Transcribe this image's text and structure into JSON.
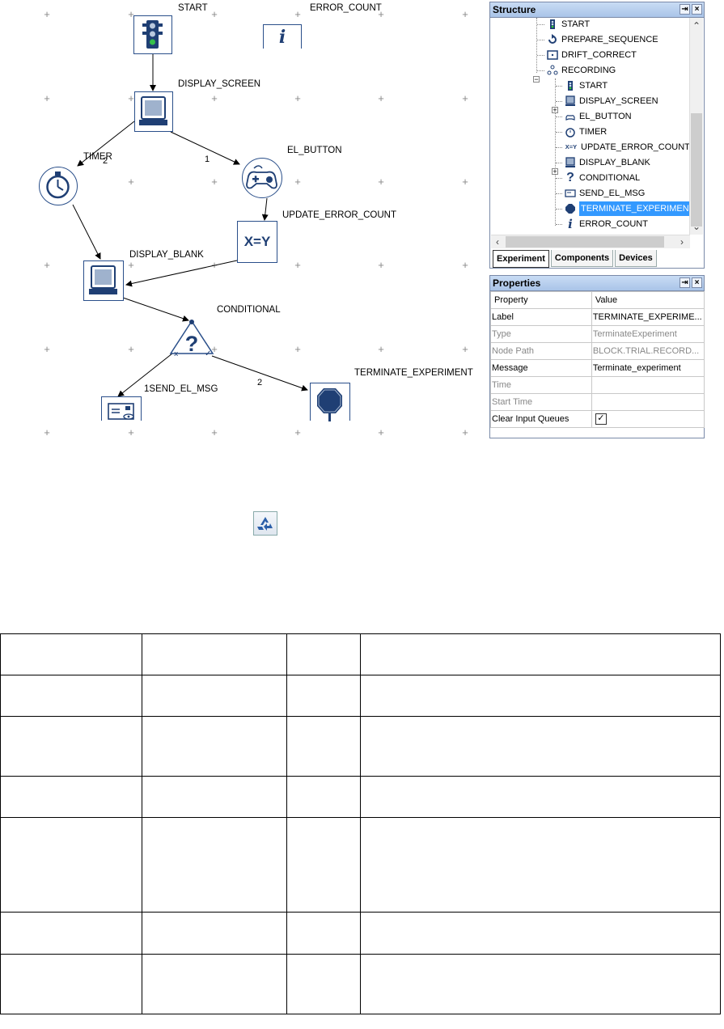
{
  "canvas": {
    "nodes": {
      "start": "START",
      "error_count": "ERROR_COUNT",
      "display_screen": "DISPLAY_SCREEN",
      "timer": "TIMER",
      "el_button": "EL_BUTTON",
      "update_error_count": "UPDATE_ERROR_COUNT",
      "update_error_count_glyph": "X=Y",
      "display_blank": "DISPLAY_BLANK",
      "conditional": "CONDITIONAL",
      "send_el_msg": "SEND_EL_MSG",
      "terminate_experiment": "TERMINATE_EXPERIMENT"
    },
    "edge_labels": {
      "timer_branch": "2",
      "button_branch": "1",
      "send_branch": "1",
      "terminate_branch": "2"
    }
  },
  "structure": {
    "title": "Structure",
    "items": [
      {
        "label": "START",
        "icon": "traffic-light-icon"
      },
      {
        "label": "PREPARE_SEQUENCE",
        "icon": "refresh-icon"
      },
      {
        "label": "DRIFT_CORRECT",
        "icon": "target-icon"
      },
      {
        "label": "RECORDING",
        "icon": "sequence-icon"
      },
      {
        "label": "START",
        "icon": "traffic-light-icon"
      },
      {
        "label": "DISPLAY_SCREEN",
        "icon": "monitor-icon"
      },
      {
        "label": "EL_BUTTON",
        "icon": "gamepad-icon"
      },
      {
        "label": "TIMER",
        "icon": "timer-icon"
      },
      {
        "label": "UPDATE_ERROR_COUNT",
        "icon": "xy-icon",
        "glyph": "X=Y"
      },
      {
        "label": "DISPLAY_BLANK",
        "icon": "monitor-icon"
      },
      {
        "label": "CONDITIONAL",
        "icon": "question-icon",
        "glyph": "?"
      },
      {
        "label": "SEND_EL_MSG",
        "icon": "message-icon"
      },
      {
        "label": "TERMINATE_EXPERIMENT",
        "icon": "stop-icon",
        "selected": true
      },
      {
        "label": "ERROR_COUNT",
        "icon": "info-icon",
        "glyph": "i"
      }
    ],
    "tabs": [
      "Experiment",
      "Components",
      "Devices"
    ],
    "active_tab": "Experiment"
  },
  "properties": {
    "title": "Properties",
    "header": {
      "property": "Property",
      "value": "Value"
    },
    "rows": [
      {
        "property": "Label",
        "value": "TERMINATE_EXPERIME...",
        "enabled": true
      },
      {
        "property": "Type",
        "value": "TerminateExperiment",
        "enabled": false
      },
      {
        "property": "Node Path",
        "value": "BLOCK.TRIAL.RECORD...",
        "enabled": false
      },
      {
        "property": "Message",
        "value": "Terminate_experiment",
        "enabled": true
      },
      {
        "property": "Time",
        "value": "",
        "enabled": false
      },
      {
        "property": "Start Time",
        "value": "",
        "enabled": false
      },
      {
        "property": "Clear Input Queues",
        "value": "",
        "enabled": true,
        "checkbox": true,
        "checked": true
      }
    ]
  },
  "icons": {
    "pin": "⇥",
    "close": "×",
    "recycle": "recycle-icon",
    "check": "✓"
  },
  "colors": {
    "icon_blue": "#1f3f74",
    "selection": "#3399ff"
  }
}
